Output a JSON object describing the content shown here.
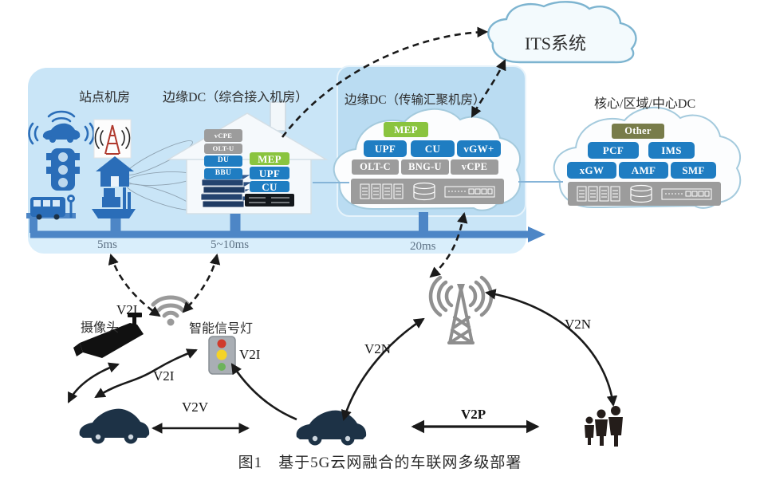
{
  "title": {
    "caption": "图1　基于5G云网融合的车联网多级部署"
  },
  "panel": {
    "station_room": "站点机房",
    "edge_dc_access": "边缘DC（综合接入机房）",
    "edge_dc_agg": "边缘DC（传输汇聚机房）",
    "core_dc": "核心/区域/中心DC",
    "its": "ITS系统",
    "latency": {
      "l1": "5ms",
      "l2": "5~10ms",
      "l3": "20ms"
    }
  },
  "house_boxes": {
    "left": [
      "vCPE",
      "OLT-U",
      "DU",
      "BBU"
    ],
    "right": [
      "MEP",
      "UPF",
      "CU"
    ]
  },
  "mid_cloud_boxes": {
    "mep": "MEP",
    "row1": [
      "UPF",
      "CU",
      "vGW+"
    ],
    "row2": [
      "OLT-C",
      "BNG-U",
      "vCPE"
    ]
  },
  "core_cloud_boxes": {
    "other": "Other",
    "row1": [
      "PCF",
      "IMS"
    ],
    "row2": [
      "xGW",
      "AMF",
      "SMF"
    ]
  },
  "labels": {
    "camera": "摄像头",
    "smart_signal": "智能信号灯",
    "v2i_wifi": "V2I",
    "v2i_signal": "V2I",
    "v2i_mid": "V2I",
    "v2v": "V2V",
    "v2n_left": "V2N",
    "v2n_right": "V2N",
    "v2p": "V2P"
  },
  "colors": {
    "panel": "#c9e5f7",
    "subpanel": "#badcf2",
    "panel_strip": "#d9eefb",
    "box_blue": "#1f7dc2",
    "box_gray": "#9c9c9c",
    "box_green": "#8ac43f",
    "box_olive": "#787c4a",
    "timeline_blue": "#4d86c6",
    "arrow_black": "#1a1a1a",
    "station_icon_blue": "#2a6db8",
    "gray_icon": "#989898",
    "car_navy": "#1d3246",
    "traffic_red": "#d03a2b",
    "traffic_yellow": "#f5d327",
    "traffic_green": "#6cb35a"
  }
}
